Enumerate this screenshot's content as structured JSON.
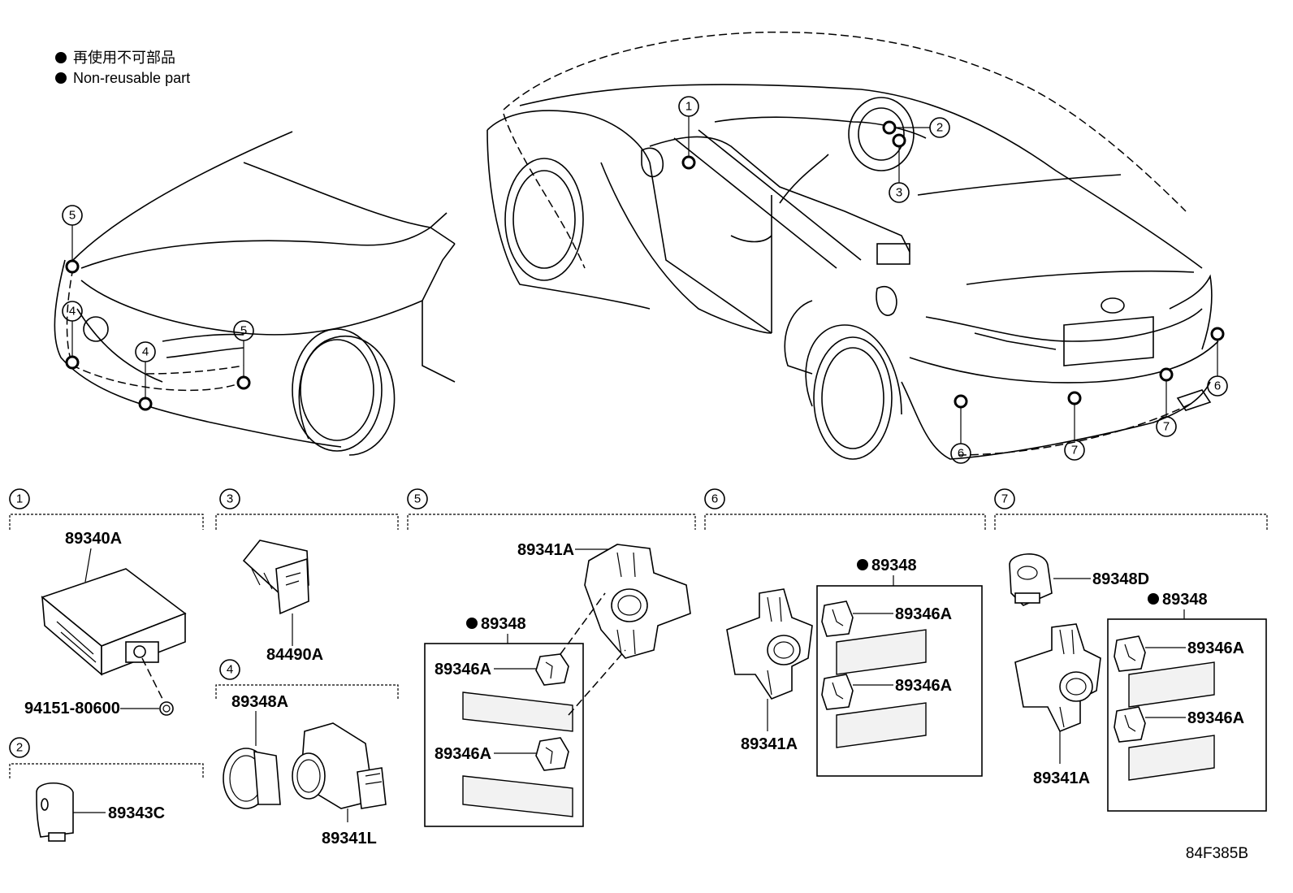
{
  "legend": {
    "line1": "再使用不可部品",
    "line2": "Non-reusable part"
  },
  "figure_code": "84F385B",
  "callouts": [
    "1",
    "2",
    "3",
    "4",
    "5",
    "6",
    "7"
  ],
  "sections": {
    "s1": {
      "num": "1",
      "parts": [
        "89340A",
        "94151-80600"
      ]
    },
    "s2": {
      "num": "2",
      "parts": [
        "89343C"
      ]
    },
    "s3": {
      "num": "3",
      "parts": [
        "84490A"
      ]
    },
    "s4": {
      "num": "4",
      "parts": [
        "89348A",
        "89341L"
      ]
    },
    "s5": {
      "num": "5",
      "parts": [
        "89341A",
        "89348",
        "89346A",
        "89346A"
      ]
    },
    "s6": {
      "num": "6",
      "parts": [
        "89348",
        "89346A",
        "89346A",
        "89341A"
      ]
    },
    "s7": {
      "num": "7",
      "parts": [
        "89348D",
        "89348",
        "89346A",
        "89346A",
        "89341A"
      ]
    }
  },
  "colors": {
    "line": "#000000",
    "background": "#ffffff"
  }
}
